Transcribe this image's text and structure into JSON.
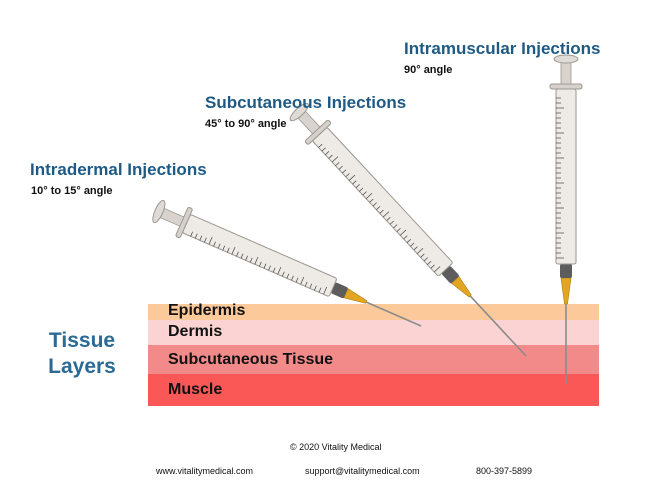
{
  "injections": [
    {
      "title": "Intradermal Injections",
      "angle": "10° to 15° angle"
    },
    {
      "title": "Subcutaneous Injections",
      "angle": "45° to 90° angle"
    },
    {
      "title": "Intramuscular Injections",
      "angle": "90° angle"
    }
  ],
  "tissue": {
    "heading_line1": "Tissue",
    "heading_line2": "Layers",
    "layers": [
      {
        "name": "Epidermis",
        "color": "#fcc99a"
      },
      {
        "name": "Dermis",
        "color": "#fbd3d3"
      },
      {
        "name": "Subcutaneous Tissue",
        "color": "#f28a8a"
      },
      {
        "name": "Muscle",
        "color": "#fa5757"
      }
    ]
  },
  "footer": {
    "copyright": "© 2020   Vitality Medical",
    "website": "www.vitalitymedical.com",
    "email": "support@vitalitymedical.com",
    "phone": "800-397-5899"
  }
}
